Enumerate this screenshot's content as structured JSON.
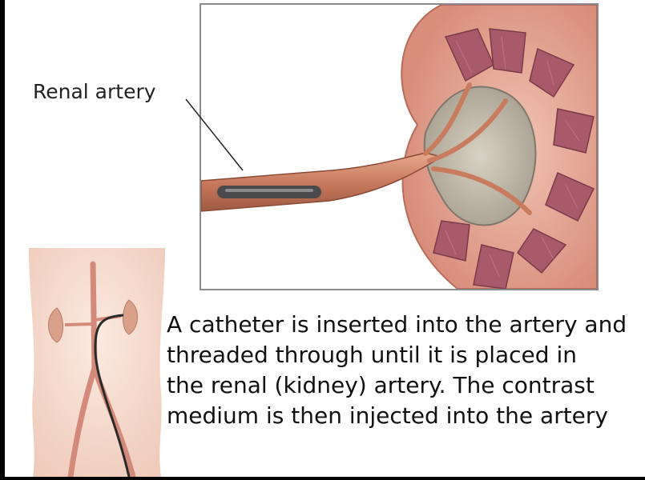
{
  "label": {
    "renal_artery": "Renal artery"
  },
  "caption": {
    "lines": [
      "A catheter is inserted into the artery and",
      "threaded through until it is placed in",
      "the renal (kidney) artery. The contrast",
      "medium is then injected into the artery"
    ]
  },
  "colors": {
    "artery": "#c97b5e",
    "kidney_cortex": "#e0a08f",
    "pyramid": "#a8596a",
    "catheter": "#4a4a4a",
    "skin": "#f3d9cc"
  },
  "illustration": {
    "inset_icon": "kidney-cross-section-illustration",
    "torso_icon": "abdomen-kidneys-catheter-illustration"
  }
}
